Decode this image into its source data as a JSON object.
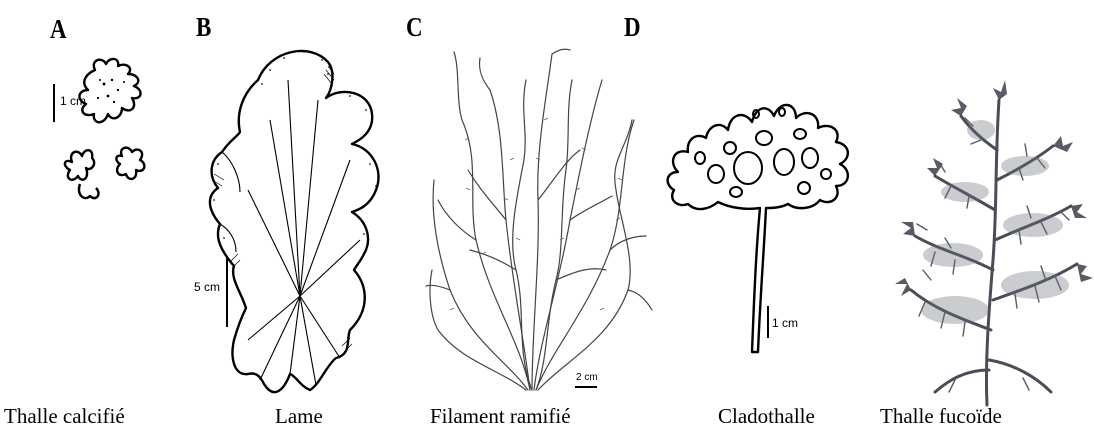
{
  "panel_letters": [
    "A",
    "B",
    "C",
    "D"
  ],
  "captions": [
    "Thalle calcifié",
    "Lame",
    "Filament ramifié",
    "Cladothalle",
    "Thalle fucoïde"
  ],
  "scale_labels": {
    "a": "1 cm",
    "b": "5 cm",
    "c": "2 cm",
    "d": "1 cm"
  }
}
